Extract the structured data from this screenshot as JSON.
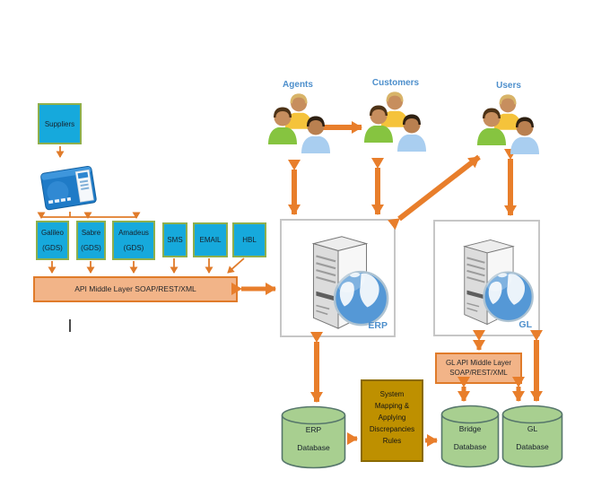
{
  "palette": {
    "arrow_orange": "#E87E2B",
    "cyan_box_fill": "#16A9DC",
    "cyan_box_border": "#8FAF4C",
    "api_bar_fill": "#F2B488",
    "api_bar_border": "#E07B2A",
    "database_fill": "#A8CF90",
    "database_border": "#56766B",
    "rules_box_fill": "#BE9000",
    "rules_box_border": "#8A6A00",
    "label_blue": "#4D8FCC"
  },
  "icons": {
    "supplier_card": "payment-card-icon",
    "actor_group": "people-group-icon",
    "server": "server-tower-globe-icon",
    "database": "database-cylinder-icon"
  },
  "nodes": {
    "suppliers": {
      "label": "Suppliers"
    },
    "sources": [
      {
        "line1": "Galileo",
        "line2": "(GDS)"
      },
      {
        "line1": "Sabre",
        "line2": "(GDS)"
      },
      {
        "line1": "Amadeus",
        "line2": "(GDS)"
      },
      {
        "line1": "SMS"
      },
      {
        "line1": "EMAIL"
      },
      {
        "line1": "HBL"
      }
    ],
    "api_bar": {
      "label": "API Middle Layer SOAP/REST/XML"
    },
    "erp_server": {
      "label": "ERP"
    },
    "gl_server": {
      "label": "GL"
    },
    "gl_api_bar": {
      "line1": "GL API Middle Layer",
      "line2": "SOAP/REST/XML"
    },
    "system_rules": {
      "lines": [
        "System",
        "Mapping &",
        "Applying",
        "Discrepancies",
        "Rules"
      ]
    },
    "actors": {
      "agents": {
        "label": "Agents"
      },
      "customers": {
        "label": "Customers"
      },
      "users": {
        "label": "Users"
      }
    },
    "databases": [
      {
        "line1": "ERP",
        "line2": "Database"
      },
      {
        "line1": "Bridge",
        "line2": "Database"
      },
      {
        "line1": "GL",
        "line2": "Database"
      }
    ]
  }
}
